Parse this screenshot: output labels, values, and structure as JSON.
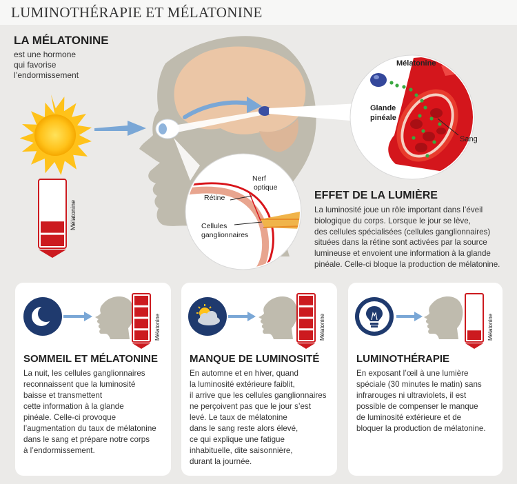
{
  "header": {
    "title": "LUMINOTHÉRAPIE ET MÉLATONINE"
  },
  "intro": {
    "heading": "LA MÉLATONINE",
    "lines": [
      "est une hormone",
      "qui favorise",
      "l’endormissement"
    ]
  },
  "illustration": {
    "gauge_label": "Mélatonine",
    "gauge_level": 0.4,
    "zoom_labels": {
      "melatonine": "Mélatonine",
      "glande_line1": "Glande",
      "glande_line2": "pinéale",
      "sang": "Sang"
    },
    "eye_labels": {
      "retine": "Rétine",
      "nerf_line1": "Nerf",
      "nerf_line2": "optique",
      "cellules_line1": "Cellules",
      "cellules_line2": "ganglionnaires"
    }
  },
  "effect": {
    "heading": "EFFET DE LA LUMIÈRE",
    "lines": [
      "La luminosité joue un rôle important dans l’éveil",
      "biologique du corps. Lorsque le jour se lève,",
      "des cellules spécialisées (cellules ganglionnaires)",
      "situées dans la rétine sont activées par la source",
      "lumineuse et envoient une information à la glande",
      "pinéale. Celle-ci bloque la production de mélatonine."
    ]
  },
  "cards": [
    {
      "icon": "moon-icon",
      "gauge_label": "Mélatonine",
      "gauge_level": 1.0,
      "heading": "SOMMEIL ET MÉLATONINE",
      "lines": [
        "La nuit, les cellules ganglionnaires",
        "reconnaissent que la luminosité",
        "baisse et transmettent",
        "cette information à la glande",
        "pinéale. Celle-ci provoque",
        "l’augmentation du taux de mélatonine",
        "dans le sang et prépare notre corps",
        "à l’endormissement."
      ]
    },
    {
      "icon": "sun-cloud-icon",
      "gauge_label": "Mélatonine",
      "gauge_level": 1.0,
      "heading": "MANQUE DE LUMINOSITÉ",
      "lines": [
        "En automne et en hiver, quand",
        "la luminosité extérieure faiblit,",
        "il arrive que les cellules ganglionnaires",
        "ne perçoivent pas que le jour s’est",
        "levé. Le taux de mélatonine",
        "dans le sang reste alors élevé,",
        "ce qui explique une fatigue",
        "inhabituelle, dite saisonnière,",
        "durant la journée."
      ]
    },
    {
      "icon": "light-bulb-icon",
      "gauge_label": "Mélatonine",
      "gauge_level": 0.25,
      "heading": "LUMINOTHÉRAPIE",
      "lines": [
        "En exposant l’œil à une lumière",
        "spéciale (30 minutes le matin) sans",
        "infrarouges ni ultraviolets, il est",
        "possible de compenser le manque",
        "de luminosité extérieure et de",
        "bloquer la production de mélatonine."
      ]
    }
  ]
}
